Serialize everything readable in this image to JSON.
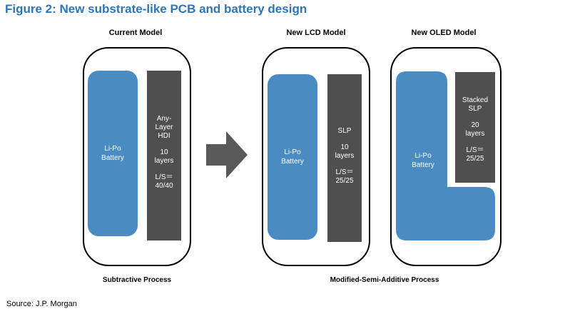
{
  "title": "Figure 2: New substrate-like PCB and battery design",
  "colors": {
    "title": "#2E75B6",
    "battery": "#4A8BC2",
    "pcb": "#4F4F4F",
    "arrow": "#595959"
  },
  "models": {
    "current": {
      "label": "Current Model",
      "battery": [
        "Li-Po",
        "Battery"
      ],
      "pcb": {
        "type": [
          "Any-",
          "Layer",
          "HDI"
        ],
        "layers": [
          "10",
          "layers"
        ],
        "ls": [
          "L/S＝",
          "40/40"
        ]
      }
    },
    "lcd": {
      "label": "New LCD Model",
      "battery": [
        "Li-Po",
        "Battery"
      ],
      "pcb": {
        "type": [
          "SLP"
        ],
        "layers": [
          "10",
          "layers"
        ],
        "ls": [
          "L/S＝",
          "25/25"
        ]
      }
    },
    "oled": {
      "label": "New OLED Model",
      "battery": [
        "Li-Po",
        "Battery"
      ],
      "pcb": {
        "type": [
          "Stacked",
          "SLP"
        ],
        "layers": [
          "20",
          "layers"
        ],
        "ls": [
          "L/S＝",
          "25/25"
        ]
      }
    }
  },
  "captions": {
    "left": "Subtractive Process",
    "right": "Modified-Semi-Additive Process"
  },
  "arrow_icon": "right-arrow-icon",
  "source": "Source: J.P. Morgan"
}
